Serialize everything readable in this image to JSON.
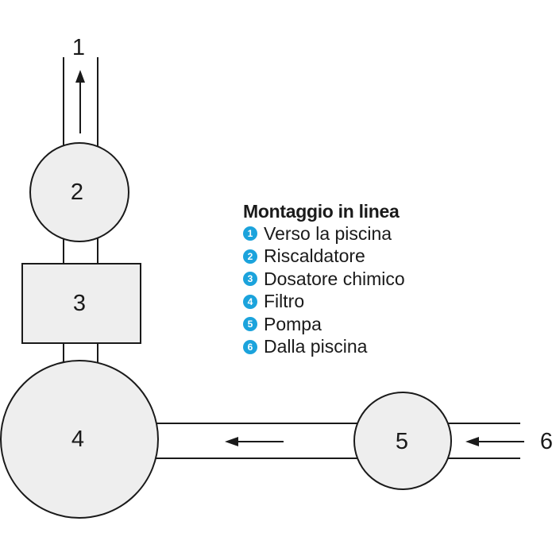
{
  "diagram": {
    "outlet_label": "1",
    "inlet_label": "6",
    "components": [
      {
        "label": "2"
      },
      {
        "label": "3"
      },
      {
        "label": "4"
      },
      {
        "label": "5"
      }
    ]
  },
  "legend": {
    "title": "Montaggio in linea",
    "badge_color": "#1ba3dc",
    "items": [
      {
        "number": "1",
        "label": "Verso la piscina"
      },
      {
        "number": "2",
        "label": "Riscaldatore"
      },
      {
        "number": "3",
        "label": "Dosatore chimico"
      },
      {
        "number": "4",
        "label": "Filtro"
      },
      {
        "number": "5",
        "label": "Pompa"
      },
      {
        "number": "6",
        "label": "Dalla piscina"
      }
    ]
  }
}
